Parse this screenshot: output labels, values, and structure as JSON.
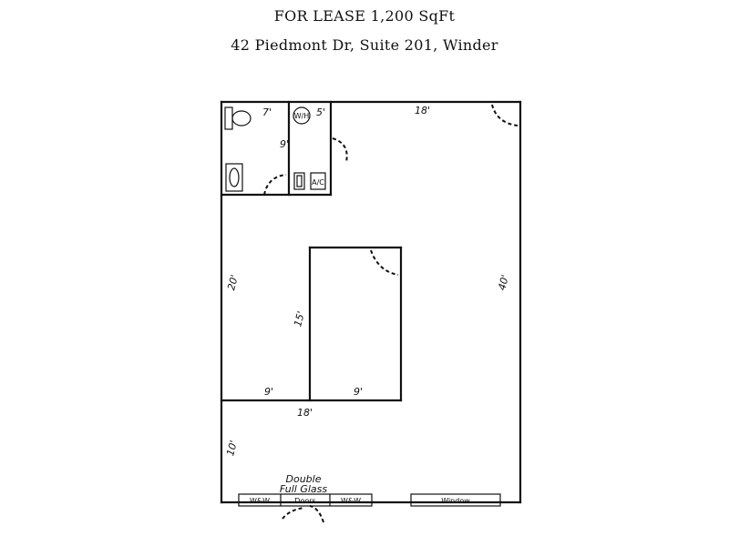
{
  "header": {
    "line1": "FOR LEASE  1,200 SqFt",
    "line2": "42 Piedmont Dr, Suite 201, Winder"
  },
  "dimensions": {
    "top_right": "18'",
    "right_side": "40'",
    "left_upper": "20'",
    "left_lower": "10'",
    "office_height": "15'",
    "office_bottom": "9'",
    "left_bottom": "9'",
    "partition": "18'",
    "bath_width": "7'",
    "bath_depth": "9'",
    "utility_width": "5'"
  },
  "fixtures": {
    "water_heater": "W/H",
    "ac_unit": "A/C"
  },
  "front": {
    "door_note_line1": "Double",
    "door_note_line2": "Full Glass",
    "window_left": "W&W",
    "doors": "Doors",
    "window_right": "W&W",
    "window": "Window"
  }
}
